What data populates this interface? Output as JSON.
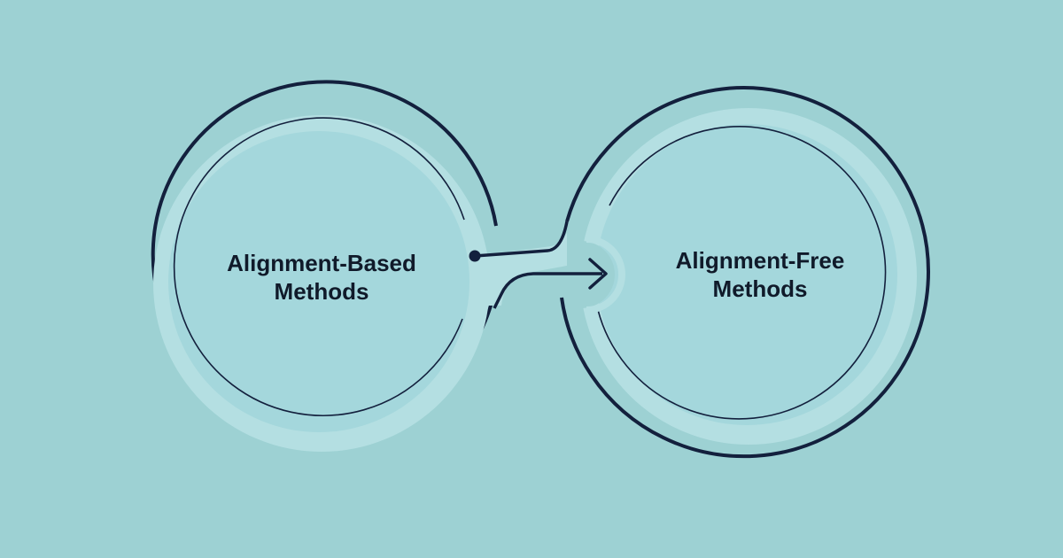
{
  "colors": {
    "background": "#9dd1d3",
    "circle_fill": "#a4d7dc",
    "ring_light": "#b4dfe2",
    "outline_dark": "#13203d",
    "text": "#101a2a"
  },
  "nodes": [
    {
      "line1": "Alignment-Based",
      "line2": "Methods"
    },
    {
      "line1": "Alignment-Free",
      "line2": "Methods"
    }
  ],
  "connector": {
    "icon": "arrow-right-icon"
  }
}
